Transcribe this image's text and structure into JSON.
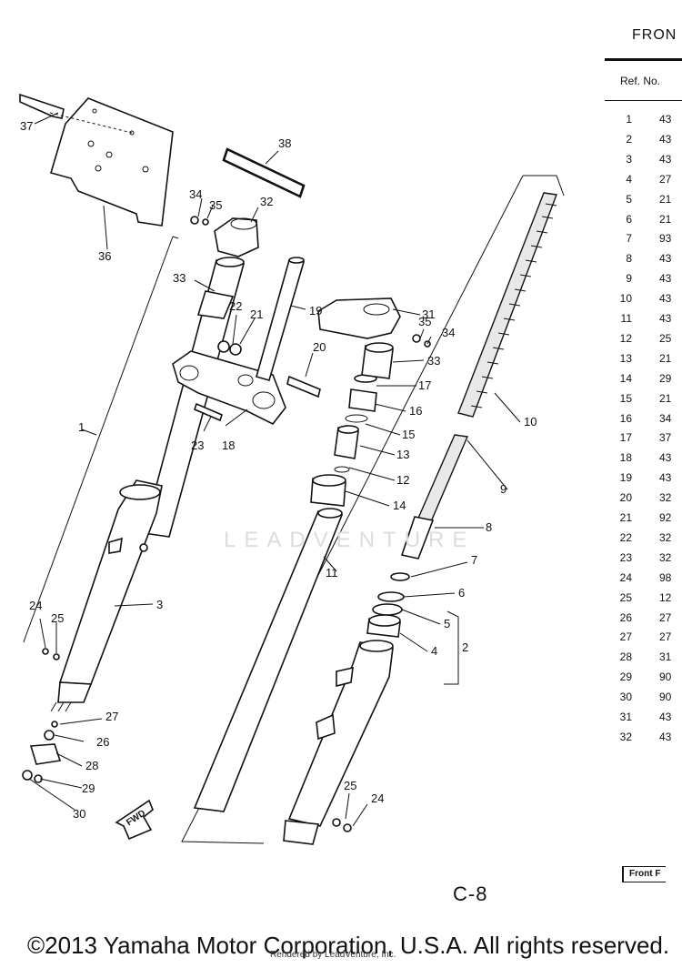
{
  "header": {
    "title_fragment": "FRON"
  },
  "table": {
    "column_header": "Ref. No.",
    "rows": [
      {
        "ref": "1",
        "part_prefix": "43"
      },
      {
        "ref": "2",
        "part_prefix": "43"
      },
      {
        "ref": "3",
        "part_prefix": "43"
      },
      {
        "ref": "4",
        "part_prefix": "27"
      },
      {
        "ref": "5",
        "part_prefix": "21"
      },
      {
        "ref": "6",
        "part_prefix": "21"
      },
      {
        "ref": "7",
        "part_prefix": "93"
      },
      {
        "ref": "8",
        "part_prefix": "43"
      },
      {
        "ref": "9",
        "part_prefix": "43"
      },
      {
        "ref": "10",
        "part_prefix": "43"
      },
      {
        "ref": "11",
        "part_prefix": "43"
      },
      {
        "ref": "12",
        "part_prefix": "25"
      },
      {
        "ref": "13",
        "part_prefix": "21"
      },
      {
        "ref": "14",
        "part_prefix": "29"
      },
      {
        "ref": "15",
        "part_prefix": "21"
      },
      {
        "ref": "16",
        "part_prefix": "34"
      },
      {
        "ref": "17",
        "part_prefix": "37"
      },
      {
        "ref": "18",
        "part_prefix": "43"
      },
      {
        "ref": "19",
        "part_prefix": "43"
      },
      {
        "ref": "20",
        "part_prefix": "32"
      },
      {
        "ref": "21",
        "part_prefix": "92"
      },
      {
        "ref": "22",
        "part_prefix": "32"
      },
      {
        "ref": "23",
        "part_prefix": "32"
      },
      {
        "ref": "24",
        "part_prefix": "98"
      },
      {
        "ref": "25",
        "part_prefix": "12"
      },
      {
        "ref": "26",
        "part_prefix": "27"
      },
      {
        "ref": "27",
        "part_prefix": "27"
      },
      {
        "ref": "28",
        "part_prefix": "31"
      },
      {
        "ref": "29",
        "part_prefix": "90"
      },
      {
        "ref": "30",
        "part_prefix": "90"
      },
      {
        "ref": "31",
        "part_prefix": "43"
      },
      {
        "ref": "32",
        "part_prefix": "43"
      }
    ]
  },
  "diagram": {
    "callouts": {
      "c1": "1",
      "c2": "2",
      "c3": "3",
      "c4": "4",
      "c5": "5",
      "c6": "6",
      "c7": "7",
      "c8": "8",
      "c9": "9",
      "c10": "10",
      "c11": "11",
      "c12": "12",
      "c13": "13",
      "c14": "14",
      "c15": "15",
      "c16": "16",
      "c17": "17",
      "c18": "18",
      "c19": "19",
      "c20": "20",
      "c21": "21",
      "c22": "22",
      "c23": "23",
      "c24a": "24",
      "c24b": "24",
      "c25a": "25",
      "c25b": "25",
      "c26": "26",
      "c27": "27",
      "c28": "28",
      "c29": "29",
      "c30": "30",
      "c31": "31",
      "c32": "32",
      "c33a": "33",
      "c33b": "33",
      "c34a": "34",
      "c34b": "34",
      "c35a": "35",
      "c35b": "35",
      "c36": "36",
      "c37": "37",
      "c38": "38"
    },
    "fwd_label": "FWD"
  },
  "front_tab": "Front F",
  "page_code": "C-8",
  "watermark": "LEADVENTURE",
  "footer": {
    "copyright": "©2013 Yamaha Motor Corporation, U.S.A. All rights reserved.",
    "rendered_by": "Rendered by LeadVenture, Inc."
  }
}
